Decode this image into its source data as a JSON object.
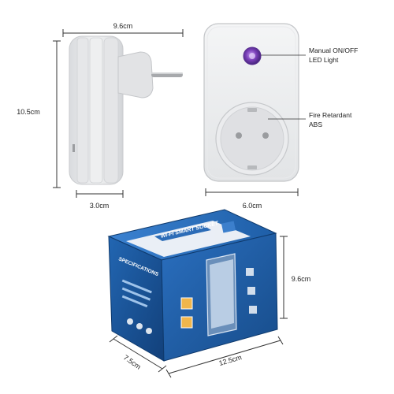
{
  "dimensions": {
    "side_width": "9.6cm",
    "height": "10.5cm",
    "depth": "3.0cm",
    "front_width": "6.0cm",
    "box_height": "9.6cm",
    "box_length": "12.5cm",
    "box_depth": "7.5cm"
  },
  "callouts": {
    "led_line1": "Manual ON/OFF",
    "led_line2": "LED Light",
    "abs_line1": "Fire Retardant",
    "abs_line2": "ABS"
  },
  "box": {
    "top_label": "WI-FI SMART SOCKET",
    "side_label": "SPECIFICATIONS"
  },
  "colors": {
    "plug_body": "#e9eaec",
    "plug_shade": "#cfd1d4",
    "box_blue": "#1f5fa8",
    "box_blue_dark": "#17487f",
    "led": "#7a3fb8"
  }
}
